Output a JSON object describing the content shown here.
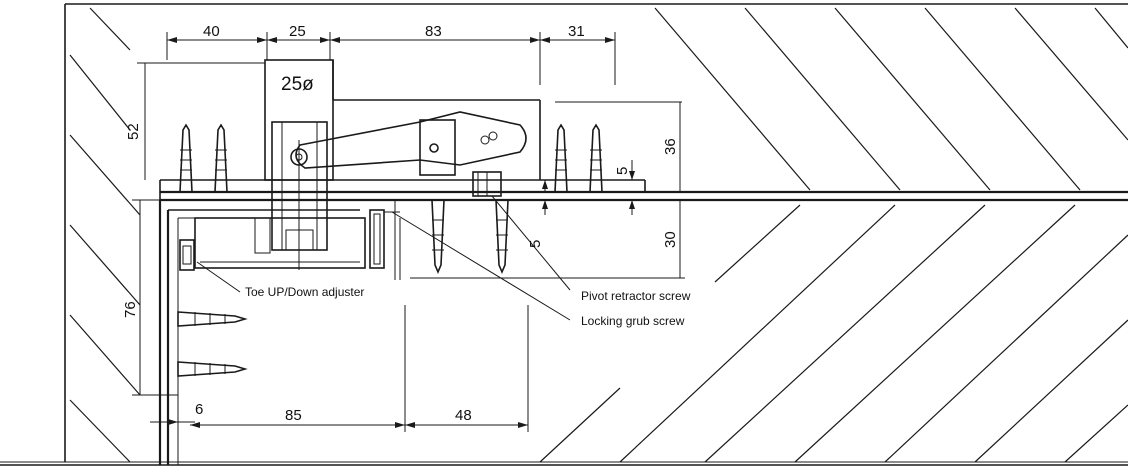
{
  "diagram": {
    "dimensions": {
      "d40": "40",
      "d25": "25",
      "d83": "83",
      "d31": "31",
      "d52": "52",
      "d36": "36",
      "d5a": "5",
      "d5b": "5",
      "d30": "30",
      "d76": "76",
      "d6": "6",
      "d85": "85",
      "d48": "48",
      "diameter": "25ø"
    },
    "labels": {
      "toe_adjuster": "Toe UP/Down adjuster",
      "pivot_retractor": "Pivot retractor screw",
      "locking_grub": "Locking grub screw"
    }
  }
}
